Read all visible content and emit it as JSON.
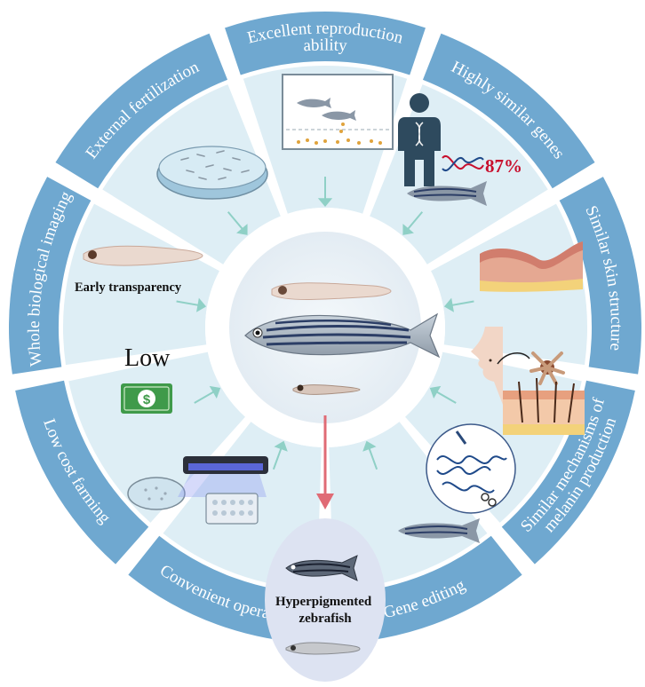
{
  "segments": [
    {
      "id": "excellent-reproduction",
      "label_lines": [
        "Excellent reproduction",
        "ability"
      ]
    },
    {
      "id": "highly-similar-genes",
      "label_lines": [
        "Highly similar genes"
      ]
    },
    {
      "id": "similar-skin-structure",
      "label_lines": [
        "Similar skin structure"
      ]
    },
    {
      "id": "similar-melanin-mechanisms",
      "label_lines": [
        "Similar mechanisms of",
        "melanin production"
      ]
    },
    {
      "id": "gene-editing",
      "label_lines": [
        "Gene editing"
      ]
    },
    {
      "id": "convenient-operation",
      "label_lines": [
        "Convenient operation"
      ]
    },
    {
      "id": "low-cost-farming",
      "label_lines": [
        "Low cost farming"
      ]
    },
    {
      "id": "whole-biological-imaging",
      "label_lines": [
        "Whole biological imaging"
      ]
    },
    {
      "id": "external-fertilization",
      "label_lines": [
        "External fertilization"
      ]
    }
  ],
  "inner_text": {
    "gene_percent": "87%",
    "early_transparency": "Early transparency",
    "low": "Low",
    "currency": "$"
  },
  "result": {
    "lines": [
      "Hyperpigmented",
      "zebrafish"
    ]
  },
  "colors": {
    "outer_ring": "#6fa8d0",
    "inner_sector": "#deeef5",
    "center_bg": "#eaf1f6",
    "arrow": "#8fd0c6",
    "result_arrow": "#e06b75",
    "result_bg": "#dde3f2",
    "percent": "#c8102e"
  }
}
